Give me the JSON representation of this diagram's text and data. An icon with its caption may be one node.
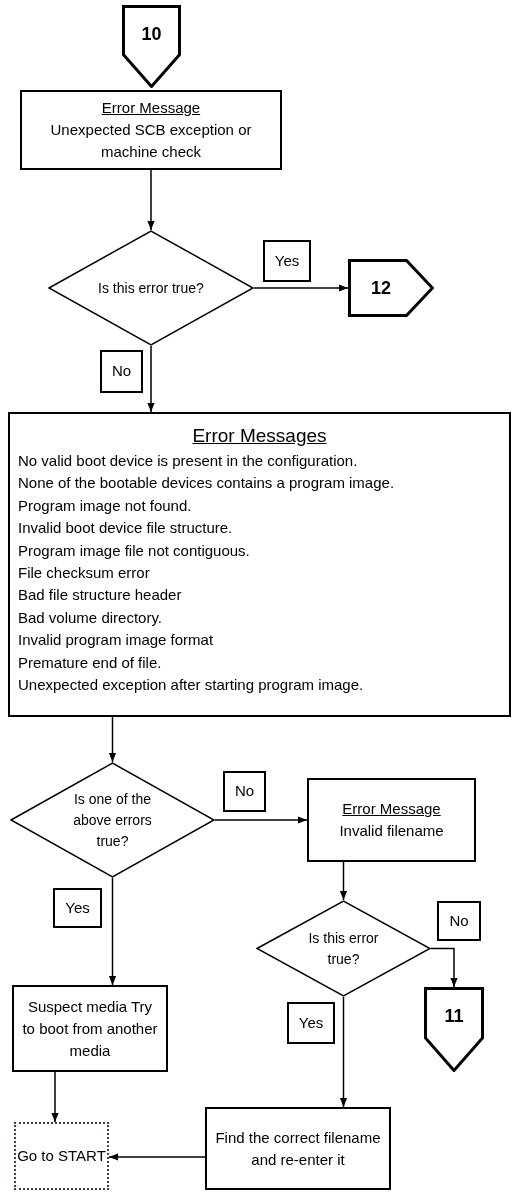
{
  "diagram": {
    "nodes": [
      {
        "text": [
          "10"
        ]
      },
      {
        "text": [
          "Error Message",
          "Unexpected SCB exception or machine check"
        ]
      },
      {
        "text": [
          "Is this error true?"
        ]
      },
      {
        "text": [
          "12"
        ]
      },
      {
        "text": [
          "Error Messages",
          "No valid boot device is present in the configuration.",
          "None of the bootable devices contains a program image.",
          "Program image not found.",
          "Invalid boot device file structure.",
          "Program image file not contiguous.",
          "File checksum error",
          "Bad file structure header",
          "Bad volume directory.",
          "Invalid program image format",
          "Premature end of file.",
          "Unexpected exception after starting program image."
        ]
      },
      {
        "text": [
          "Is one of the above errors true?"
        ]
      },
      {
        "text": [
          "Error Message",
          "Invalid filename"
        ]
      },
      {
        "text": [
          "Is this error true?"
        ]
      },
      {
        "text": [
          "11"
        ]
      },
      {
        "text": [
          "Suspect media Try to boot from another media"
        ]
      },
      {
        "text": [
          "Find the correct filename and re-enter it"
        ]
      },
      {
        "text": [
          "Go to START"
        ]
      }
    ],
    "edges": [
      {
        "from": 1,
        "to": 2,
        "arrow": "to"
      },
      {
        "from": 2,
        "to": 3,
        "arrow": "to",
        "label": "Yes"
      },
      {
        "from": 2,
        "to": 4,
        "arrow": "to",
        "label": "No"
      },
      {
        "from": 4,
        "to": 5,
        "arrow": "to"
      },
      {
        "from": 5,
        "to": 6,
        "arrow": "to",
        "label": "No"
      },
      {
        "from": 5,
        "to": 9,
        "arrow": "to",
        "label": "Yes"
      },
      {
        "from": 6,
        "to": 7,
        "arrow": "to"
      },
      {
        "from": 7,
        "to": 8,
        "arrow": "to",
        "label": "No"
      },
      {
        "from": 7,
        "to": 10,
        "arrow": "to",
        "label": "Yes"
      },
      {
        "from": 9,
        "to": 11,
        "arrow": "to"
      },
      {
        "from": 10,
        "to": 11,
        "arrow": "to"
      }
    ]
  }
}
